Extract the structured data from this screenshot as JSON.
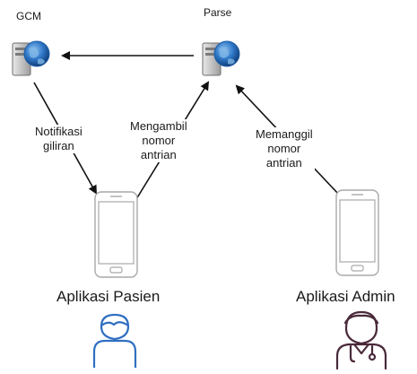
{
  "nodes": {
    "gcm": {
      "label": "GCM",
      "icon": "web-server-icon"
    },
    "parse": {
      "label": "Parse",
      "icon": "web-server-icon"
    },
    "pasien": {
      "label": "Aplikasi Pasien",
      "device_icon": "smartphone-icon",
      "user_icon": "patient-user-icon"
    },
    "admin": {
      "label": "Aplikasi Admin",
      "device_icon": "smartphone-icon",
      "user_icon": "doctor-user-icon"
    }
  },
  "edges": {
    "parse_to_gcm": {
      "from": "Parse",
      "to": "GCM"
    },
    "notifikasi": {
      "from": "GCM",
      "to": "Aplikasi Pasien",
      "line1": "Notifikasi",
      "line2": "giliran"
    },
    "mengambil": {
      "from": "Aplikasi Pasien",
      "to": "Parse",
      "line1": "Mengambil",
      "line2": "nomor",
      "line3": "antrian"
    },
    "memanggil": {
      "from": "Aplikasi Admin",
      "to": "Parse",
      "line1": "Memanggil",
      "line2": "nomor",
      "line3": "antrian"
    }
  },
  "colors": {
    "globe": "#1f5fa8",
    "server": "#b8b8b8",
    "phone_outline": "#a9a9a9",
    "patient_icon": "#2f6fc2",
    "admin_icon": "#4a2a3a",
    "arrow": "#111111"
  }
}
